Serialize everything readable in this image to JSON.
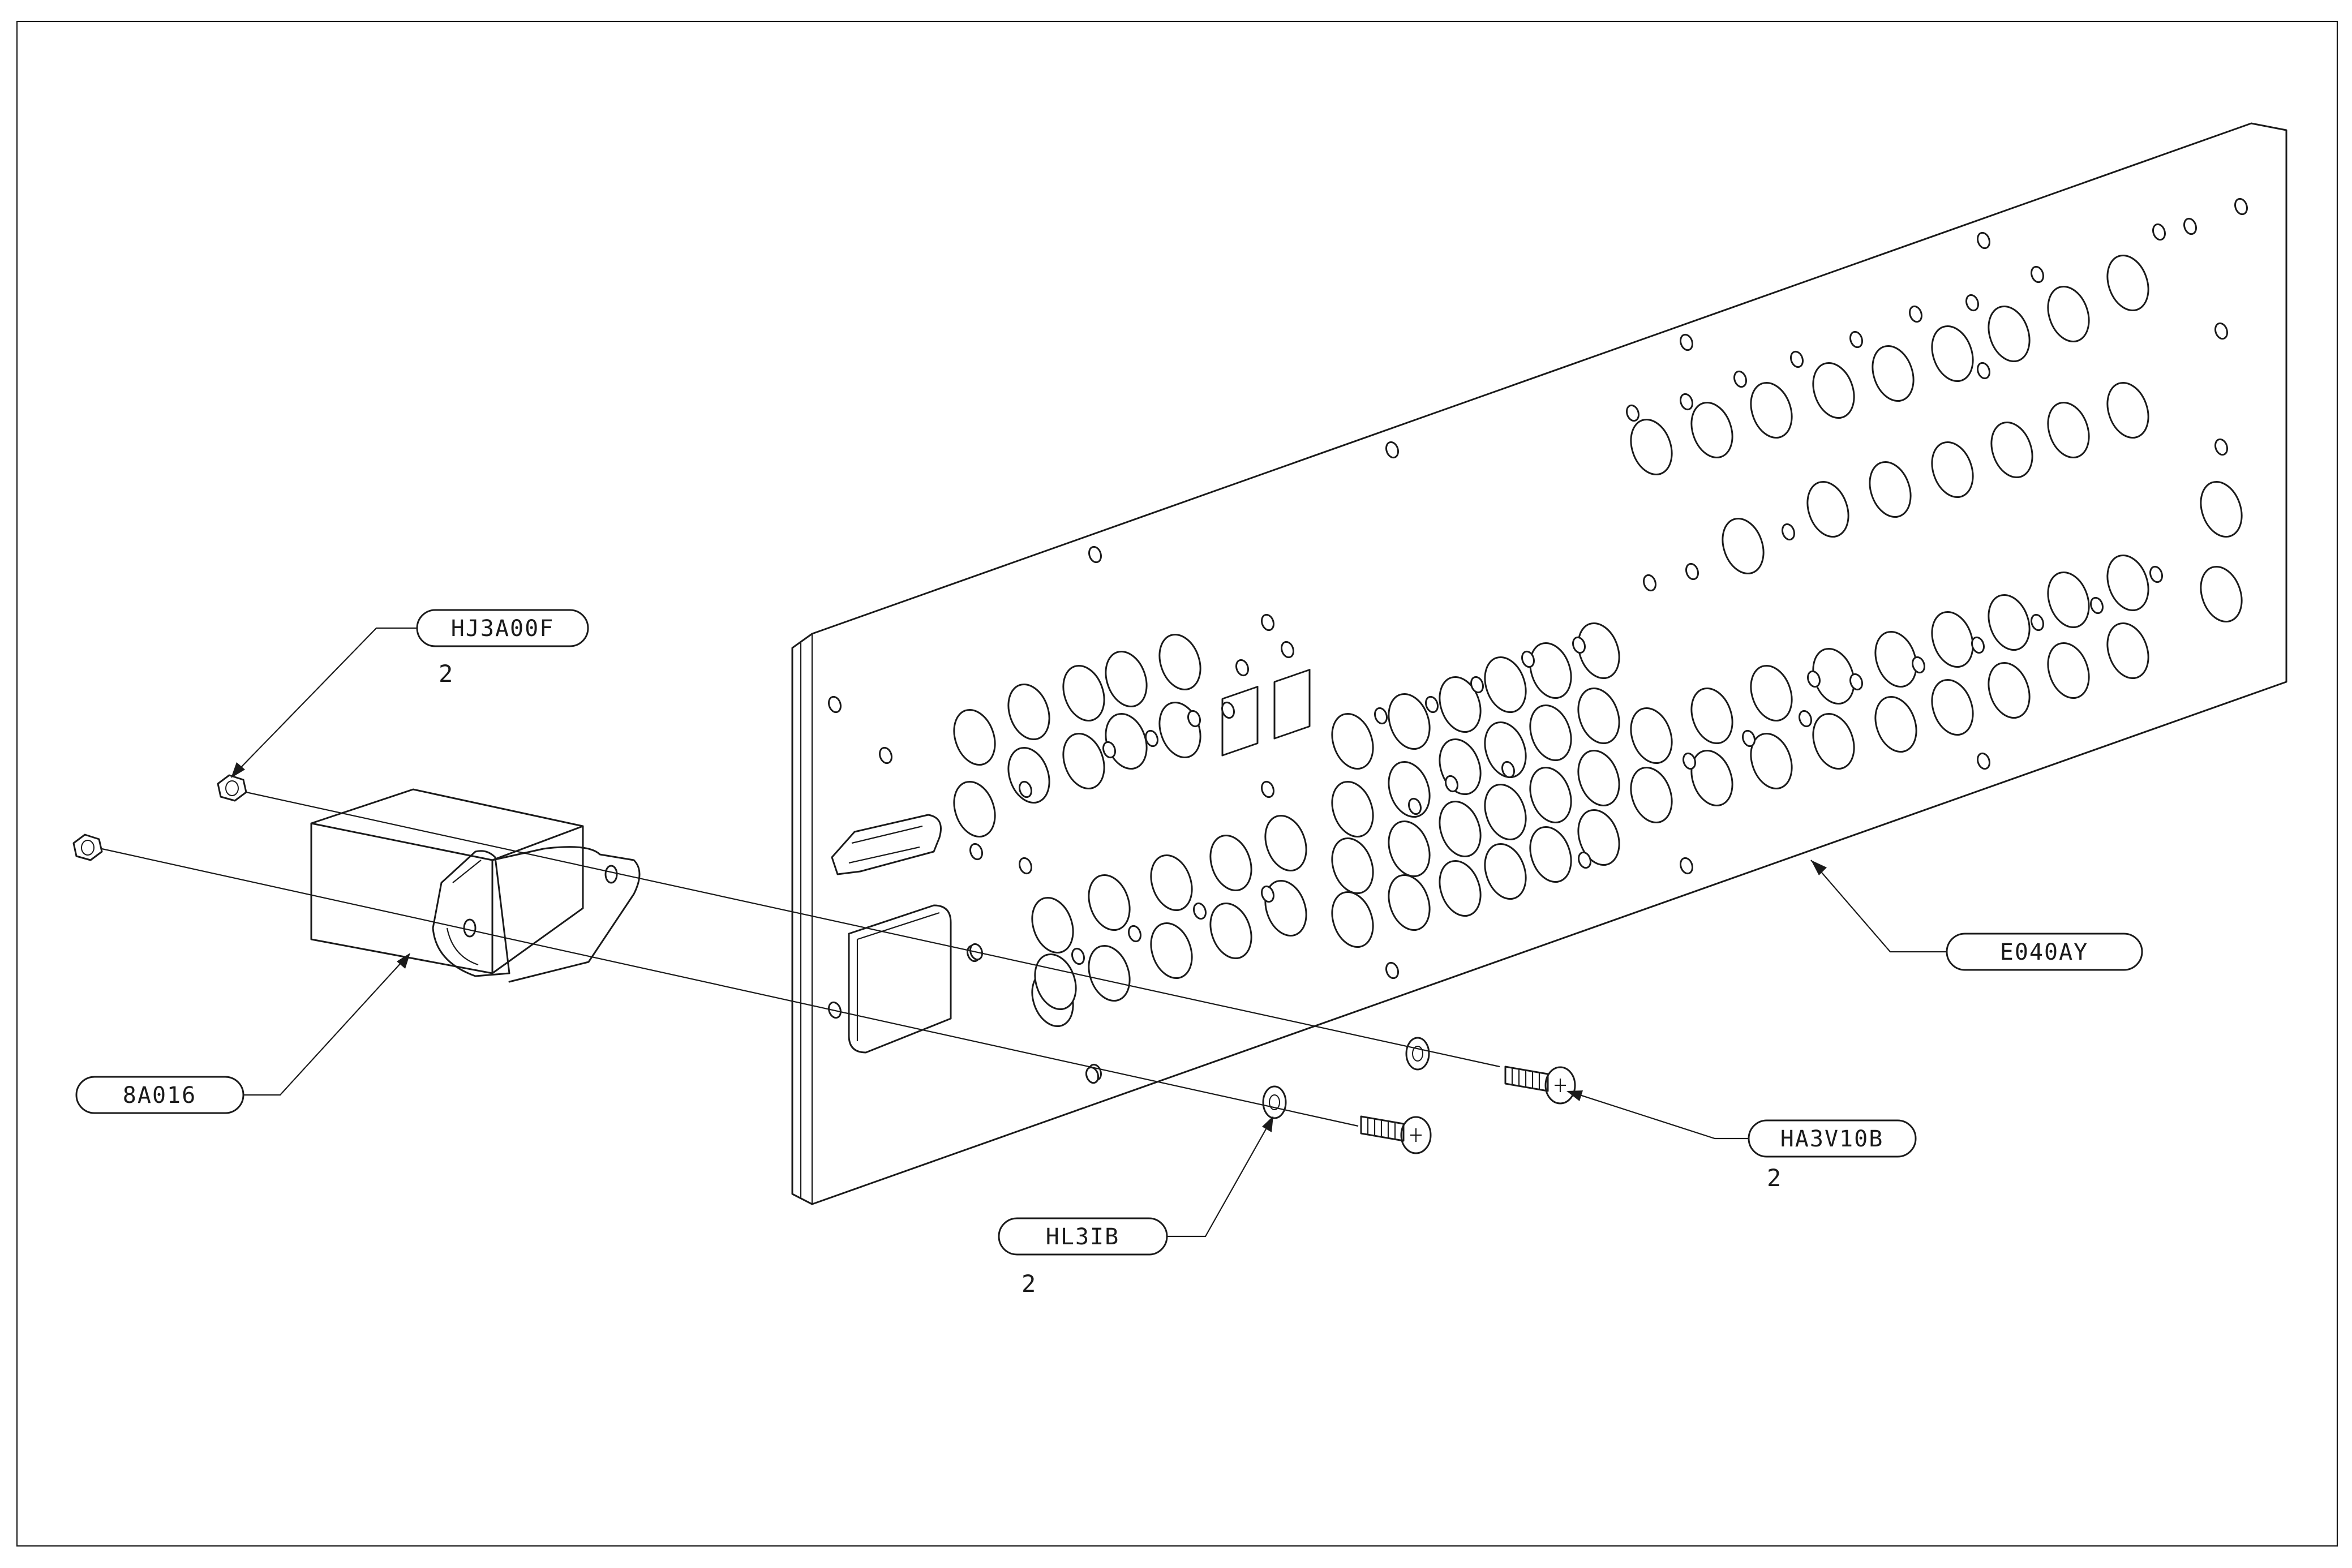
{
  "callouts": [
    {
      "id": "panel",
      "part": "E040AY",
      "qty": ""
    },
    {
      "id": "filter",
      "part": "8A016",
      "qty": ""
    },
    {
      "id": "nut",
      "part": "HJ3A00F",
      "qty": "2"
    },
    {
      "id": "washer",
      "part": "HL3IB",
      "qty": "2"
    },
    {
      "id": "screw",
      "part": "HA3V10B",
      "qty": "2"
    }
  ],
  "colors": {
    "line": "#1a1a1a",
    "background": "#ffffff"
  }
}
